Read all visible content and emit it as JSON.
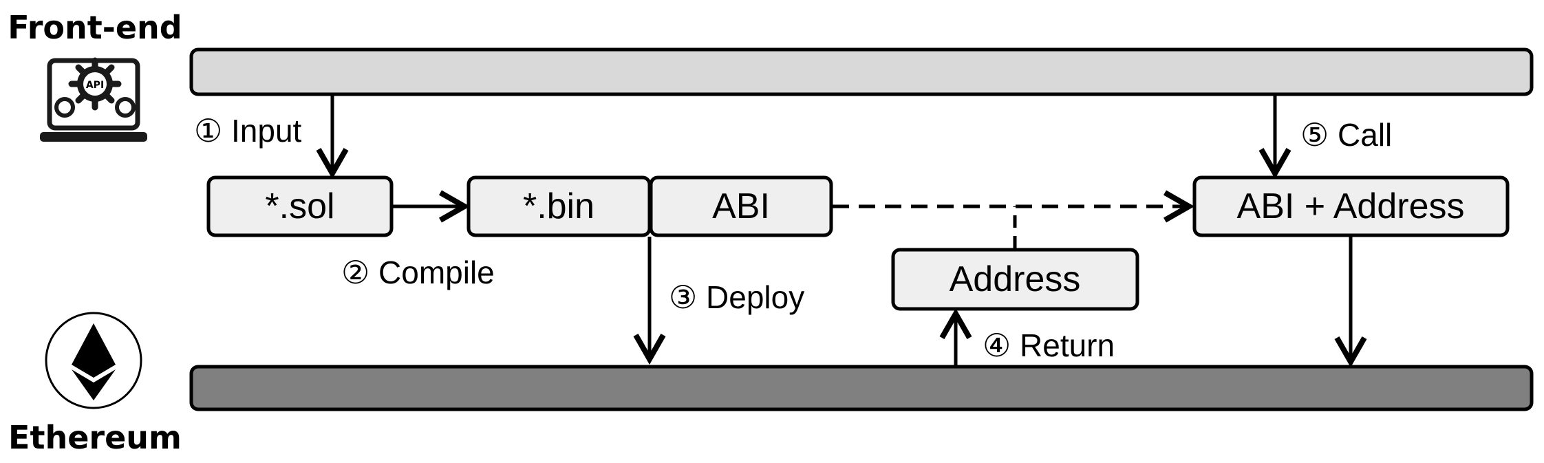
{
  "front_end": {
    "label": "Front-end",
    "icon": "laptop-api-gear-icon"
  },
  "ethereum": {
    "label": "Ethereum",
    "icon": "ethereum-logo-icon"
  },
  "boxes": {
    "sol": "*.sol",
    "bin": "*.bin",
    "abi": "ABI",
    "address": "Address",
    "abi_address": "ABI + Address"
  },
  "steps": {
    "input": "① Input",
    "compile": "② Compile",
    "deploy": "③ Deploy",
    "return": "④ Return",
    "call": "⑤ Call"
  },
  "colors": {
    "frontend_bar": "#d9d9d9",
    "ethereum_bar": "#808080",
    "box_fill": "#efefef",
    "stroke": "#000000"
  }
}
